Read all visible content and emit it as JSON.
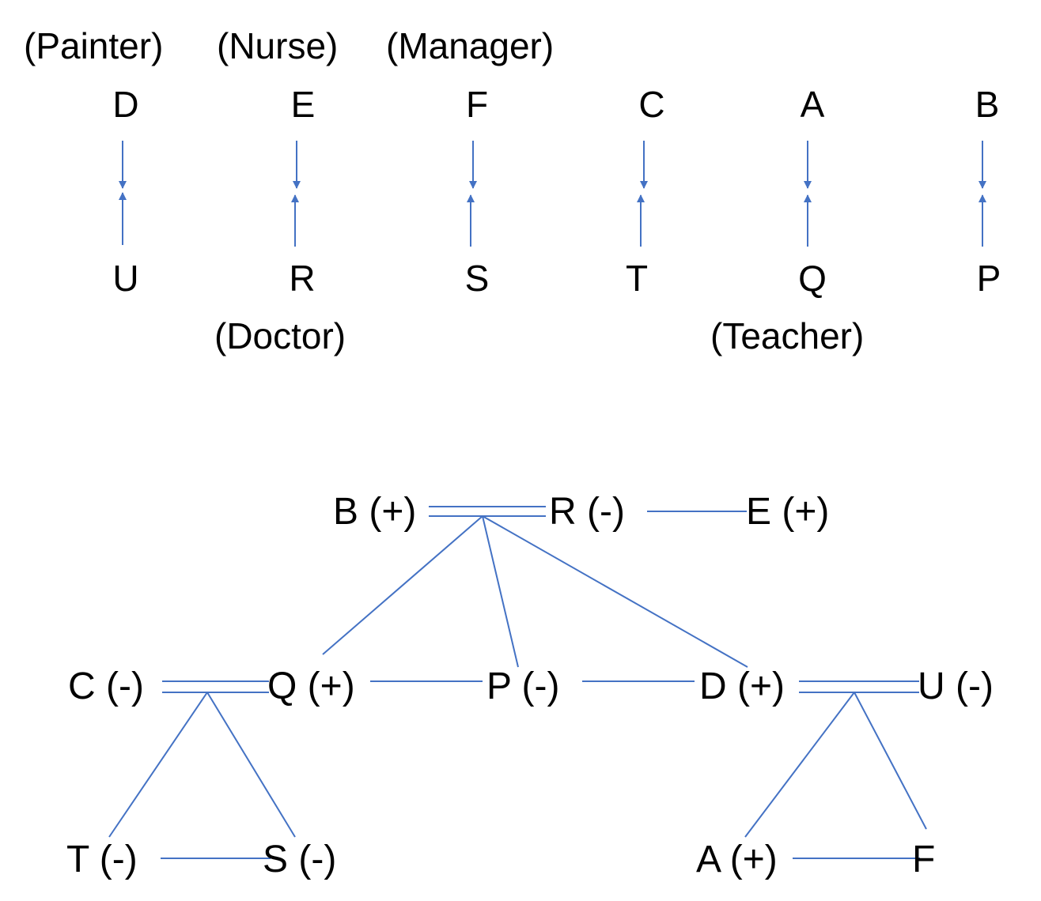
{
  "top_labels": [
    "(Painter)",
    "(Nurse)",
    "(Manager)"
  ],
  "columns": [
    {
      "top": "D",
      "bottom": "U",
      "note": ""
    },
    {
      "top": "E",
      "bottom": "R",
      "note": "(Doctor)"
    },
    {
      "top": "F",
      "bottom": "S",
      "note": ""
    },
    {
      "top": "C",
      "bottom": "T",
      "note": ""
    },
    {
      "top": "A",
      "bottom": "Q",
      "note": "(Teacher)"
    },
    {
      "top": "B",
      "bottom": "P",
      "note": ""
    }
  ],
  "nodes": {
    "B": "B (+)",
    "R": "R (-)",
    "E": "E (+)",
    "C": "C (-)",
    "Q": "Q (+)",
    "P": "P (-)",
    "D": "D (+)",
    "U": "U (-)",
    "T": "T (-)",
    "S": "S (-)",
    "A": "A (+)",
    "F": "F"
  },
  "colors": {
    "line": "#4472c4",
    "text": "#000000"
  }
}
